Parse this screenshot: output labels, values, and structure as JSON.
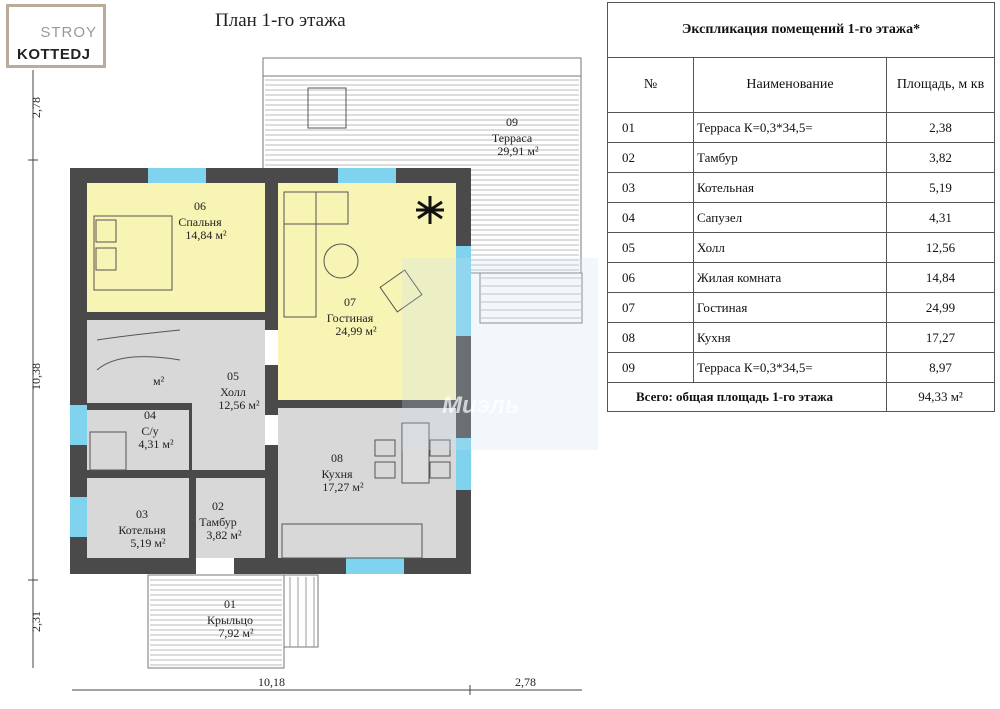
{
  "logo": {
    "line1": "STROY",
    "line2": "KOTTEDJ"
  },
  "plan_title": "План 1-го этажа",
  "rooms": [
    {
      "num": "01",
      "name": "Крыльцо",
      "area": "7,92 м²"
    },
    {
      "num": "02",
      "name": "Тамбур",
      "area": "3,82 м²"
    },
    {
      "num": "03",
      "name": "Котельня",
      "area": "5,19 м²"
    },
    {
      "num": "04",
      "name": "С/у",
      "area": "4,31 м²"
    },
    {
      "num": "05",
      "name": "Холл",
      "area": "12,56 м²"
    },
    {
      "num": "06",
      "name": "Спальня",
      "area": "14,84 м²"
    },
    {
      "num": "07",
      "name": "Гостиная",
      "area": "24,99 м²"
    },
    {
      "num": "08",
      "name": "Кухня",
      "area": "17,27 м²"
    },
    {
      "num": "09",
      "name": "Терраса",
      "area": "29,91 м²"
    }
  ],
  "stairs_label": "м²",
  "dimensions": {
    "left_top": "2,78",
    "left_mid": "10,38",
    "left_bottom": "2,31",
    "bottom_main": "10,18",
    "bottom_right": "2,78"
  },
  "watermark": "Миэль",
  "table": {
    "title": "Экспликация помещений 1-го этажа*",
    "headers": [
      "№",
      "Наименование",
      "Площадь, м кв"
    ],
    "rows": [
      [
        "01",
        "Терраса К=0,3*34,5=",
        "2,38"
      ],
      [
        "02",
        "Тамбур",
        "3,82"
      ],
      [
        "03",
        "Котельная",
        "5,19"
      ],
      [
        "04",
        "Сапузел",
        "4,31"
      ],
      [
        "05",
        "Холл",
        "12,56"
      ],
      [
        "06",
        "Жилая комната",
        "14,84"
      ],
      [
        "07",
        "Гостиная",
        "24,99"
      ],
      [
        "08",
        "Кухня",
        "17,27"
      ],
      [
        "09",
        "Терраса К=0,3*34,5=",
        "8,97"
      ]
    ],
    "total_label": "Всего: общая площадь 1-го этажа",
    "total_value": "94,33 м²"
  },
  "colors": {
    "wall": "#4a4a4a",
    "yellow": "#f8f4b4",
    "gray": "#d8d8d8",
    "window": "#7fd3ee"
  }
}
